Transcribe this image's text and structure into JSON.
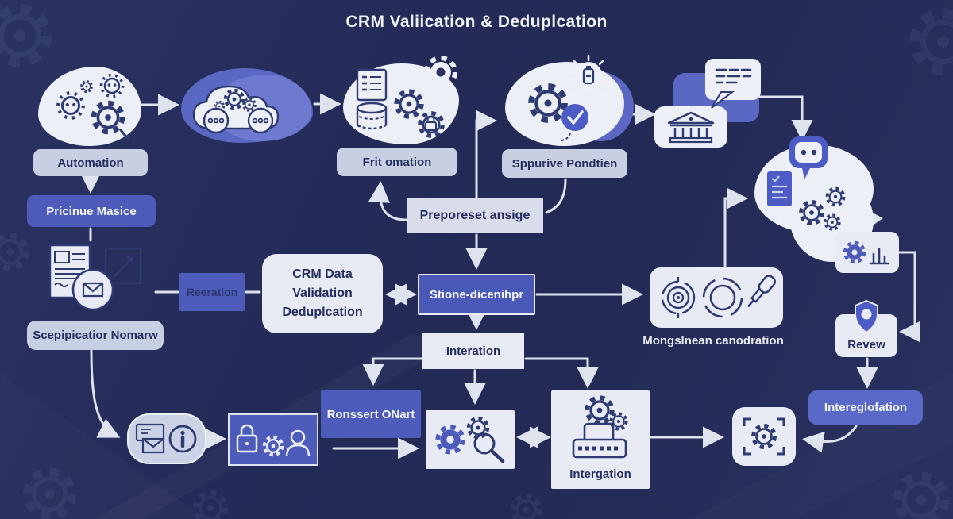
{
  "title": "CRM Valiication & Deduplcation",
  "colors": {
    "background": "#242b58",
    "accent_blue": "#4d5cba",
    "light_label": "#c9cfe3",
    "card": "#e8eaf4",
    "connector": "#dfe3ee",
    "navy_text": "#232e5e"
  },
  "nodes": {
    "automation": {
      "label": "Automation"
    },
    "pricinue": {
      "label": "Pricinue Masice"
    },
    "frit": {
      "label": "Frit omation"
    },
    "sppurive": {
      "label": "Sppurive Pondtien"
    },
    "preporeset": {
      "label": "Preporeset ansige"
    },
    "reeration": {
      "label": "Reeration"
    },
    "scepipication": {
      "label": "Scepipicatior Nomarw"
    },
    "crm": {
      "line1": "CRM Data",
      "line2": "Validation",
      "line3": "Deduplcation"
    },
    "stione": {
      "label": "Stione-dicenihpr"
    },
    "interation": {
      "label": "Interation"
    },
    "mongslnean": {
      "label": "Mongslnean canodration"
    },
    "revew": {
      "label": "Revew"
    },
    "intereglofation": {
      "label": "Intereglofation"
    },
    "ronssert": {
      "label": "Ronssert ONart"
    },
    "intergation": {
      "label": "Intergation"
    }
  },
  "icons": {
    "top_left": "gears-cloud-icon",
    "cloud_car": "cloud-automation-icon",
    "data_blob": "database-gears-icon",
    "approve_blob": "gear-check-icon",
    "battery": "battery-sun-icon",
    "bank": "bank-icon",
    "speech": "speech-bubble-icon",
    "chatbot": "chat-bot-icon",
    "gear_chart": "gear-chart-icon",
    "shield": "shield-icon",
    "scan": "gear-scan-icon",
    "printer": "printer-gears-icon",
    "search": "gear-magnifier-icon",
    "targets": "target-calibration-icon",
    "screwdriver": "screwdriver-icon",
    "documents": "document-envelope-icon",
    "message_info": "message-info-icon",
    "security": "lock-gear-user-icon"
  }
}
